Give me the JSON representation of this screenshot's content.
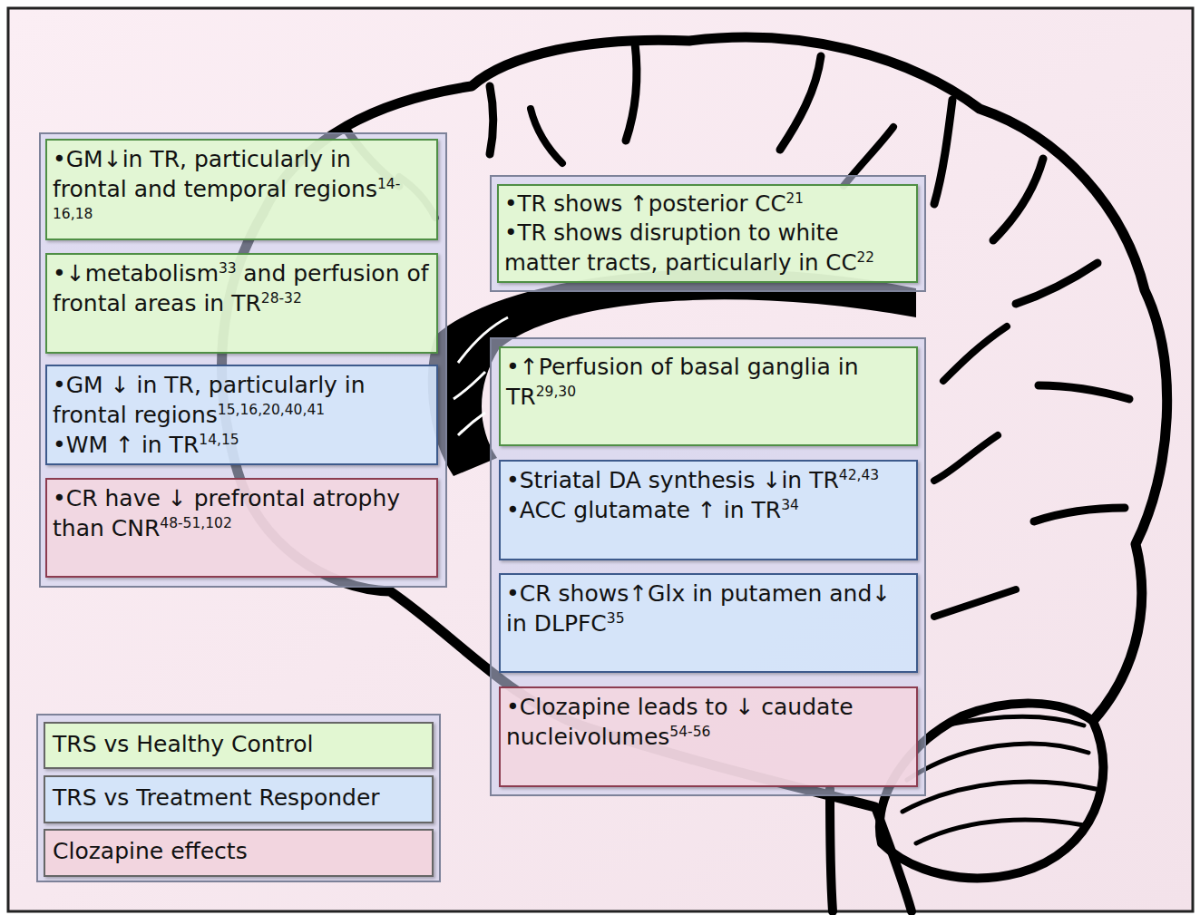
{
  "diagram": {
    "nodes": [
      {
        "text": [
          "•GM↓in TR, particularly in frontal and temporal regions",
          "14-16,18"
        ]
      },
      {
        "text": [
          "•↓metabolism",
          "33",
          "and perfusion of frontal areas in TR",
          "28-32"
        ]
      },
      {
        "text": [
          "•GM ↓ in TR, particularly in frontal regions",
          "15,16,20,40,41",
          "•WM ↑ in TR",
          "14,15"
        ]
      },
      {
        "text": [
          "•CR have ↓ prefrontal atrophy than CNR",
          "48-51,102"
        ]
      },
      {
        "text": [
          "•TR shows ↑posterior CC",
          "21",
          "•TR shows disruption to white matter tracts, particularly in CC",
          "22"
        ]
      },
      {
        "text": [
          "•↑Perfusion of basal ganglia in TR",
          "29,30"
        ]
      },
      {
        "text": [
          "•Striatal DA synthesis ↓in TR",
          "42,43",
          "•ACC glutamate ↑ in TR",
          "34"
        ]
      },
      {
        "text": [
          "•CR shows↑Glx in putamen and↓ in DLPFC",
          "35"
        ]
      },
      {
        "text": [
          "•Clozapine leads to ↓ caudate nucleivolumes",
          "54-56"
        ]
      }
    ],
    "legend": [
      {
        "text": "TRS vs Healthy Control",
        "color": "#e2f7d2"
      },
      {
        "text": "TRS vs Treatment Responder",
        "color": "#d4e4f9"
      },
      {
        "text": "Clozapine effects",
        "color": "#f2d5df"
      }
    ]
  }
}
